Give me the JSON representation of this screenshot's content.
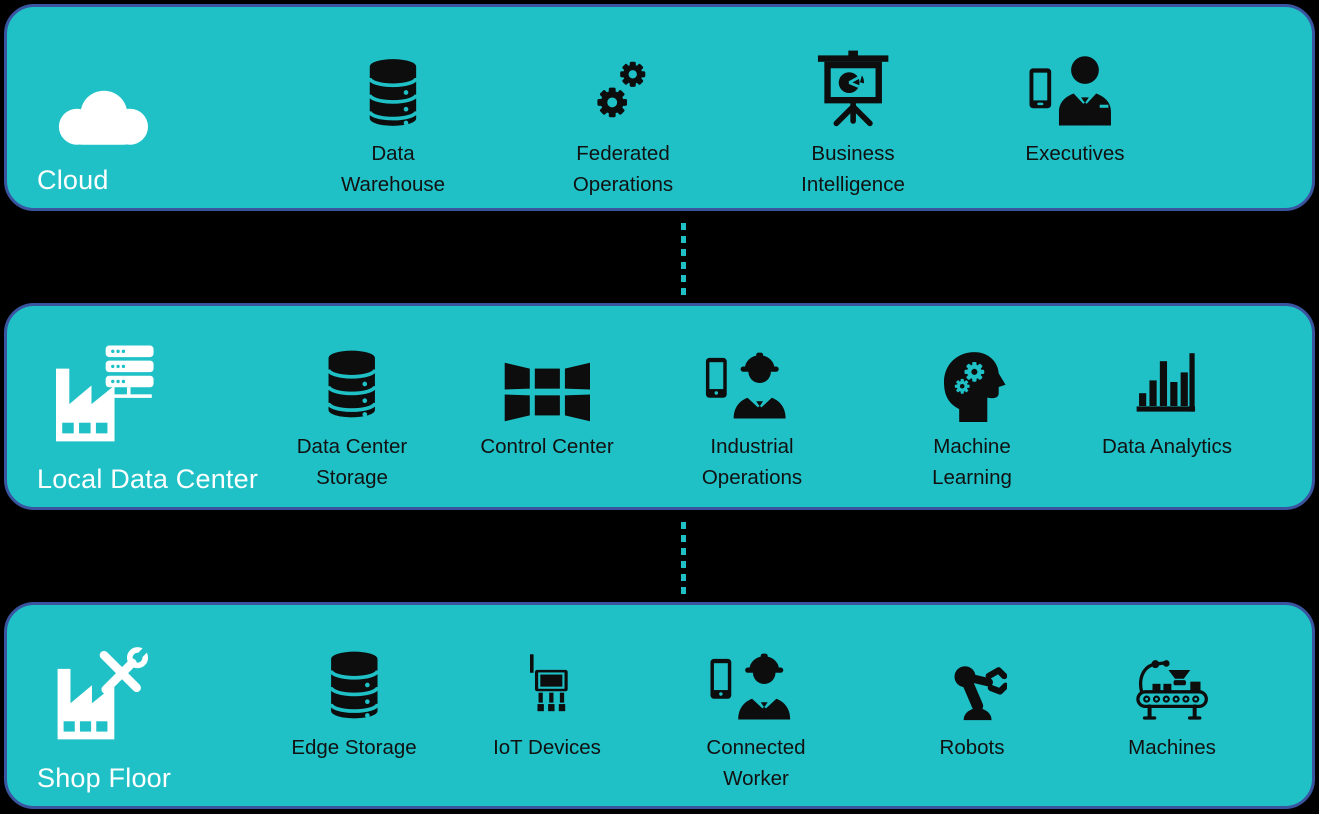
{
  "colors": {
    "background": "#000000",
    "band_fill": "#1fc1c7",
    "band_border": "#3a55a0",
    "band_label_text": "#ffffff",
    "item_label_text": "#111111",
    "icon_dark": "#0d0d0d",
    "icon_light": "#ffffff",
    "connector": "#1fc1c7"
  },
  "bands": [
    {
      "id": "cloud",
      "label": "Cloud",
      "icon": "cloud-icon",
      "items": [
        {
          "label": "Data Warehouse",
          "lines": [
            "Data",
            "Warehouse"
          ],
          "icon": "database-icon"
        },
        {
          "label": "Federated Operations",
          "lines": [
            "Federated",
            "Operations"
          ],
          "icon": "gears-icon"
        },
        {
          "label": "Business Intelligence",
          "lines": [
            "Business",
            "Intelligence"
          ],
          "icon": "presentation-pie-icon"
        },
        {
          "label": "Executives",
          "lines": [
            "Executives"
          ],
          "icon": "executive-phone-icon"
        }
      ]
    },
    {
      "id": "local-data-center",
      "label": "Local Data Center",
      "icon": "factory-servers-icon",
      "items": [
        {
          "label": "Data Center Storage",
          "lines": [
            "Data Center",
            "Storage"
          ],
          "icon": "database-icon"
        },
        {
          "label": "Control Center",
          "lines": [
            "Control Center"
          ],
          "icon": "video-wall-icon"
        },
        {
          "label": "Industrial Operations",
          "lines": [
            "Industrial",
            "Operations"
          ],
          "icon": "worker-phone-icon"
        },
        {
          "label": "Machine Learning",
          "lines": [
            "Machine",
            "Learning"
          ],
          "icon": "head-gears-icon"
        },
        {
          "label": "Data Analytics",
          "lines": [
            "Data Analytics"
          ],
          "icon": "bar-chart-icon"
        }
      ]
    },
    {
      "id": "shop-floor",
      "label": "Shop Floor",
      "icon": "factory-tools-icon",
      "items": [
        {
          "label": "Edge Storage",
          "lines": [
            "Edge Storage"
          ],
          "icon": "database-icon"
        },
        {
          "label": "IoT Devices",
          "lines": [
            "IoT Devices"
          ],
          "icon": "iot-device-icon"
        },
        {
          "label": "Connected Worker",
          "lines": [
            "Connected",
            "Worker"
          ],
          "icon": "worker-phone-icon"
        },
        {
          "label": "Robots",
          "lines": [
            "Robots"
          ],
          "icon": "robot-arm-icon"
        },
        {
          "label": "Machines",
          "lines": [
            "Machines"
          ],
          "icon": "conveyor-machine-icon"
        }
      ]
    }
  ]
}
